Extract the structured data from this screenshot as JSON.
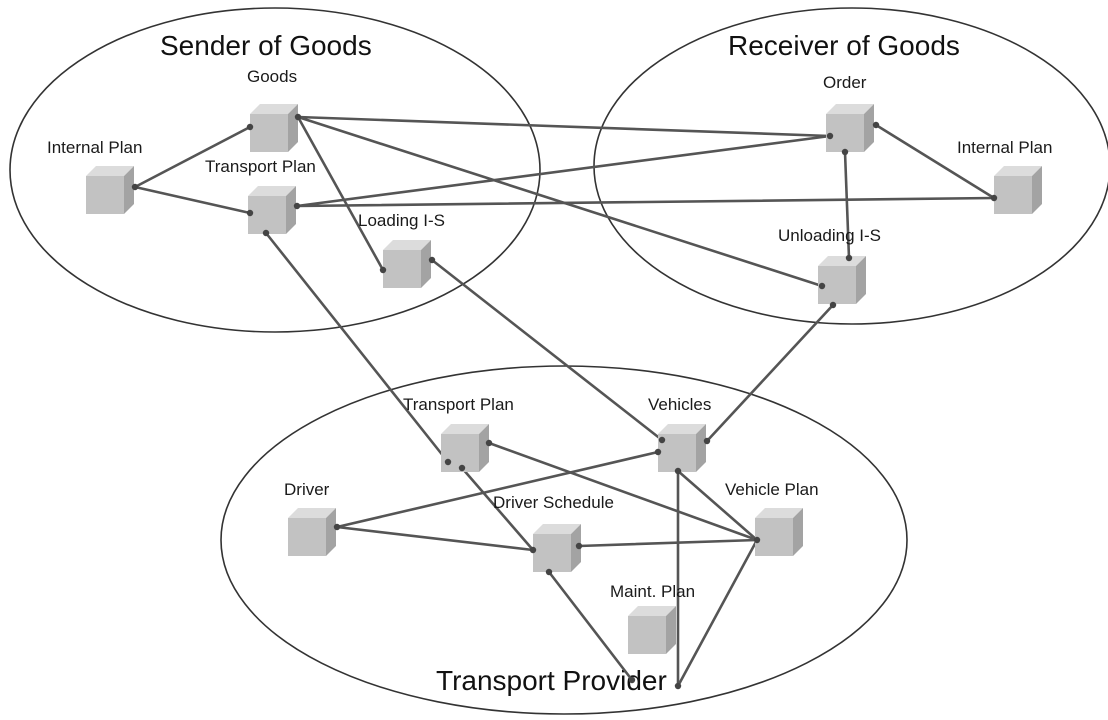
{
  "groups": {
    "sender": {
      "title": "Sender of Goods"
    },
    "receiver": {
      "title": "Receiver of Goods"
    },
    "provider": {
      "title": "Transport Provider"
    }
  },
  "nodes": {
    "goods": "Goods",
    "sender_internal_plan": "Internal Plan",
    "sender_transport_plan": "Transport Plan",
    "loading_is": "Loading I-S",
    "order": "Order",
    "receiver_internal_plan": "Internal Plan",
    "unloading_is": "Unloading I-S",
    "provider_transport_plan": "Transport Plan",
    "vehicles": "Vehicles",
    "driver": "Driver",
    "driver_schedule": "Driver Schedule",
    "vehicle_plan": "Vehicle Plan",
    "maint_plan": "Maint. Plan"
  }
}
